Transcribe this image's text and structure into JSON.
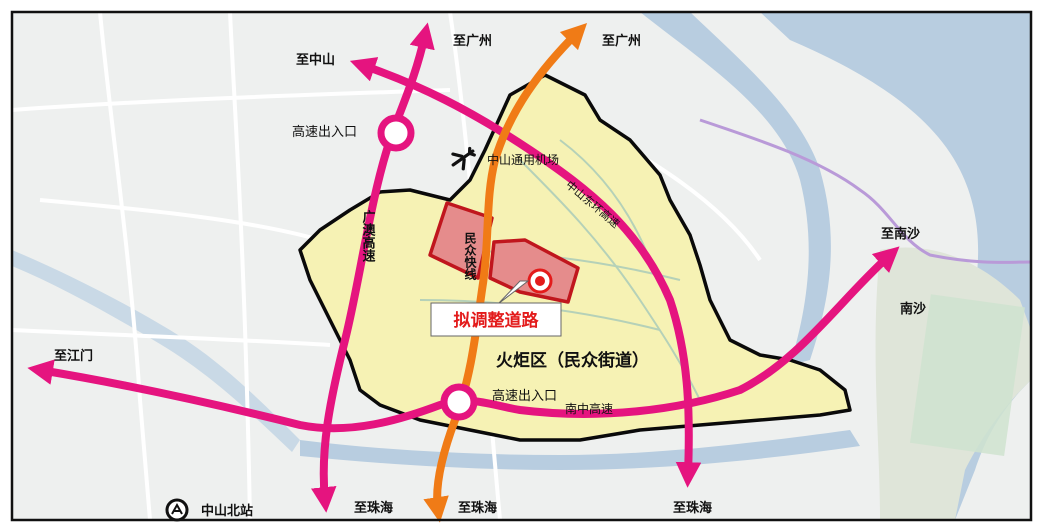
{
  "colors": {
    "frame": "#111111",
    "base_land": "#eef0ef",
    "water": "#b8cde0",
    "district_fill": "#f6f2b4",
    "district_border": "#0a0a0a",
    "highlight_fill": "#e58c8c",
    "highlight_border": "#c0161d",
    "expressway_arrow": "#e5147f",
    "rapid_road_arrow": "#f07b16",
    "callout_text": "#e31b1b",
    "label_text": "#111111",
    "faint_text": "#8a8a8a"
  },
  "labels": {
    "to_guangzhou_left": "至广州",
    "to_guangzhou_right": "至广州",
    "to_zhongshan": "至中山",
    "highway_exit_north": "高速出入口",
    "airport": "中山通用机场",
    "east_ring_expressway": "中山东环高速",
    "to_nansha": "至南沙",
    "nansha": "南沙",
    "guangao_expressway": "广澳高速",
    "minzhong_rapid_road": "民众快线",
    "district_name": "火炬区（民众街道）",
    "highway_exit_south": "高速出入口",
    "nanzhong_expressway": "南中高速",
    "to_jiangmen": "至江门",
    "to_zhuhai_left": "至珠海",
    "to_zhuhai_middle": "至珠海",
    "to_zhuhai_right": "至珠海",
    "zhongshan_north_station": "中山北站",
    "callout": "拟调整道路"
  },
  "icons": {
    "airport": "airplane-icon",
    "station": "railway-station-icon",
    "interchange": "interchange-ring-icon",
    "site_marker": "location-marker-icon"
  }
}
